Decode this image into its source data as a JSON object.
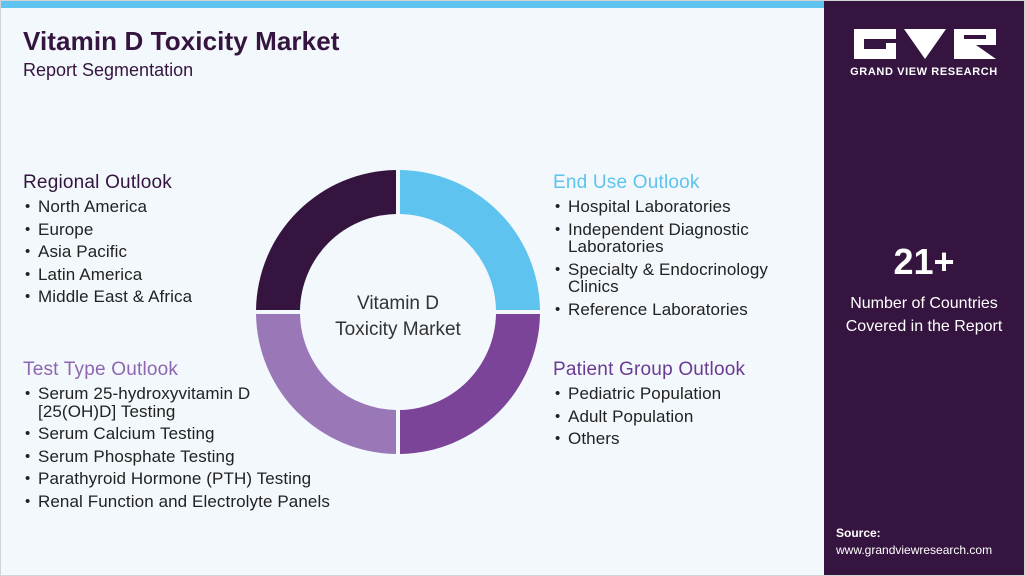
{
  "header": {
    "title": "Vitamin D Toxicity Market",
    "subtitle": "Report Segmentation"
  },
  "segments": {
    "regional": {
      "heading": "Regional Outlook",
      "items": [
        "North America",
        "Europe",
        "Asia Pacific",
        "Latin America",
        "Middle East & Africa"
      ]
    },
    "test_type": {
      "heading": "Test Type Outlook",
      "items": [
        "Serum 25-hydroxyvitamin D [25(OH)D] Testing",
        "Serum Calcium Testing",
        "Serum Phosphate Testing",
        "Parathyroid Hormone (PTH) Testing",
        "Renal Function and Electrolyte Panels"
      ]
    },
    "end_use": {
      "heading": "End Use Outlook",
      "items": [
        "Hospital Laboratories",
        "Independent Diagnostic Laboratories",
        "Specialty & Endocrinology Clinics",
        "Reference Laboratories"
      ]
    },
    "patient_group": {
      "heading": "Patient Group Outlook",
      "items": [
        "Pediatric Population",
        "Adult Population",
        "Others"
      ]
    }
  },
  "donut": {
    "center_line1": "Vitamin D",
    "center_line2": "Toxicity Market",
    "quadrants": [
      {
        "position": "top-right",
        "color": "#5ec3ee"
      },
      {
        "position": "bottom-right",
        "color": "#7b4499"
      },
      {
        "position": "bottom-left",
        "color": "#9a78b8"
      },
      {
        "position": "top-left",
        "color": "#35153f"
      }
    ]
  },
  "side_panel": {
    "brand": "GRAND VIEW RESEARCH",
    "stat_number": "21+",
    "stat_label_line1": "Number of Countries",
    "stat_label_line2": "Covered in the Report",
    "source_label": "Source:",
    "source_url": "www.grandviewresearch.com"
  },
  "colors": {
    "brand_dark": "#35153f",
    "accent_blue": "#5ec3ee",
    "purple": "#7b4499",
    "lavender": "#9a78b8",
    "background": "#f2f8fc"
  }
}
